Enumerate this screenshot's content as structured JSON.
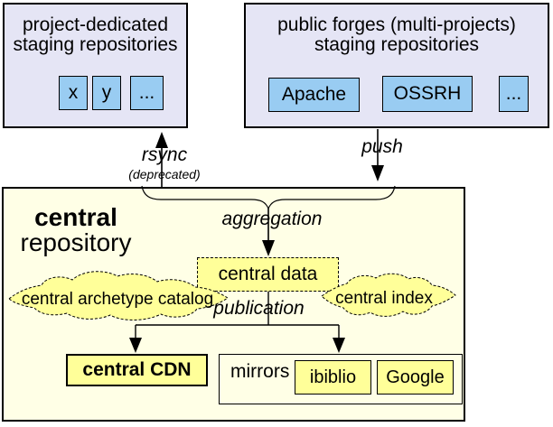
{
  "top_left": {
    "title": "project-dedicated\nstaging repositories",
    "items": [
      "x",
      "y",
      "..."
    ]
  },
  "top_right": {
    "title": "public forges (multi-projects)\nstaging repositories",
    "items": [
      "Apache",
      "OSSRH",
      "..."
    ]
  },
  "arrows": {
    "rsync": "rsync",
    "rsync_note": "(deprecated)",
    "push": "push",
    "aggregation": "aggregation",
    "publication": "publication"
  },
  "central": {
    "title_line1": "central",
    "title_line2": "repository",
    "data_box": "central data",
    "archetype_catalog": "central archetype catalog",
    "index": "central index",
    "cdn": "central CDN",
    "mirrors_label": "mirrors",
    "mirror_items": [
      "ibiblio",
      "Google"
    ]
  },
  "colors": {
    "panel_blue": "#e5e5f5",
    "item_blue": "#99ccf2",
    "central_yellow_bg": "#ffffe6",
    "highlight_yellow": "#ffff99",
    "line": "#000000"
  }
}
